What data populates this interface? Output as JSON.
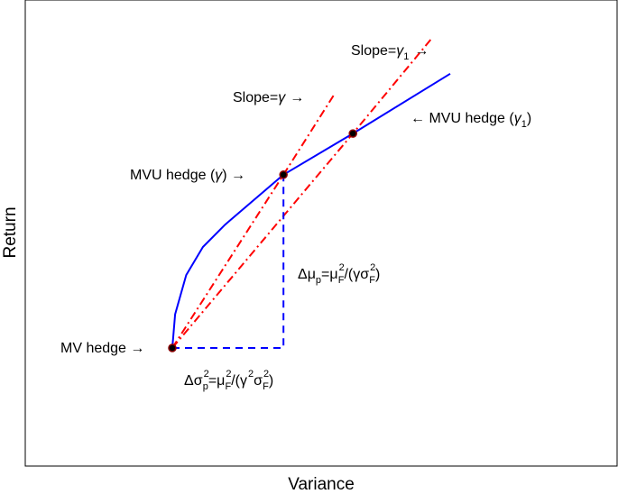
{
  "chart_data": {
    "type": "line",
    "title": "",
    "xlabel": "Variance",
    "ylabel": "Return",
    "grid": false,
    "legend": "none",
    "ticks": "none",
    "series": [
      {
        "style": "solid",
        "color": "#0000ff",
        "points": [
          [
            0.0,
            0.0
          ],
          [
            0.01,
            0.12
          ],
          [
            0.05,
            0.26
          ],
          [
            0.11,
            0.36
          ],
          [
            0.19,
            0.44
          ],
          [
            0.4,
            0.618
          ],
          [
            0.65,
            0.765
          ],
          [
            1.0,
            0.978
          ]
        ]
      },
      {
        "style": "dash-dot",
        "color": "#ff0000",
        "points": [
          [
            0.0,
            0.0
          ],
          [
            0.4,
            0.618
          ],
          [
            0.58,
            0.9
          ]
        ]
      },
      {
        "style": "dash-dot",
        "color": "#ff0000",
        "points": [
          [
            0.0,
            0.0
          ],
          [
            0.65,
            0.765
          ],
          [
            0.93,
            1.1
          ]
        ]
      },
      {
        "style": "dashed",
        "color": "#0000ff",
        "points": [
          [
            0.0,
            0.0
          ],
          [
            0.4,
            0.0
          ],
          [
            0.4,
            0.618
          ]
        ]
      }
    ],
    "markers": [
      {
        "x": 0.0,
        "y": 0.0,
        "label": "MV hedge →"
      },
      {
        "x": 0.4,
        "y": 0.618,
        "label": "MVU hedge (γ) →"
      },
      {
        "x": 0.65,
        "y": 0.765,
        "label": "← MVU hedge (γ₁)"
      }
    ],
    "annotations": {
      "slope_gamma": "Slope=γ →",
      "slope_gamma1": "Slope=γ₁ →",
      "delta_mu": "Δμp=μF²/(γσF²)",
      "delta_sigma": "Δσp²=μF²/(γ²σF²)"
    },
    "colors": {
      "frontier": "#0000ff",
      "tangent": "#ff0000",
      "marker": "#000000",
      "marker_edge": "#8b0000"
    }
  },
  "text": {
    "xlabel": "Variance",
    "ylabel": "Return",
    "mv_hedge": "MV hedge →",
    "mvu_gamma_a": "MVU hedge (",
    "gamma": "γ",
    "mvu_gamma_b": ") →",
    "mvu_g1_a": "← MVU hedge (",
    "one": "1",
    "close_paren": ")",
    "slope_eq": "Slope=",
    "arrow": "→",
    "d_mu_lhs": "Δμ",
    "p": "p",
    "eq_mu": "=μ",
    "F": "F",
    "two": "2",
    "slash_paren_gamma_sigma": "/(γσ",
    "d_sigma_lhs": "Δσ",
    "slash_paren_gamma": "/(γ",
    "sigma": "σ"
  }
}
